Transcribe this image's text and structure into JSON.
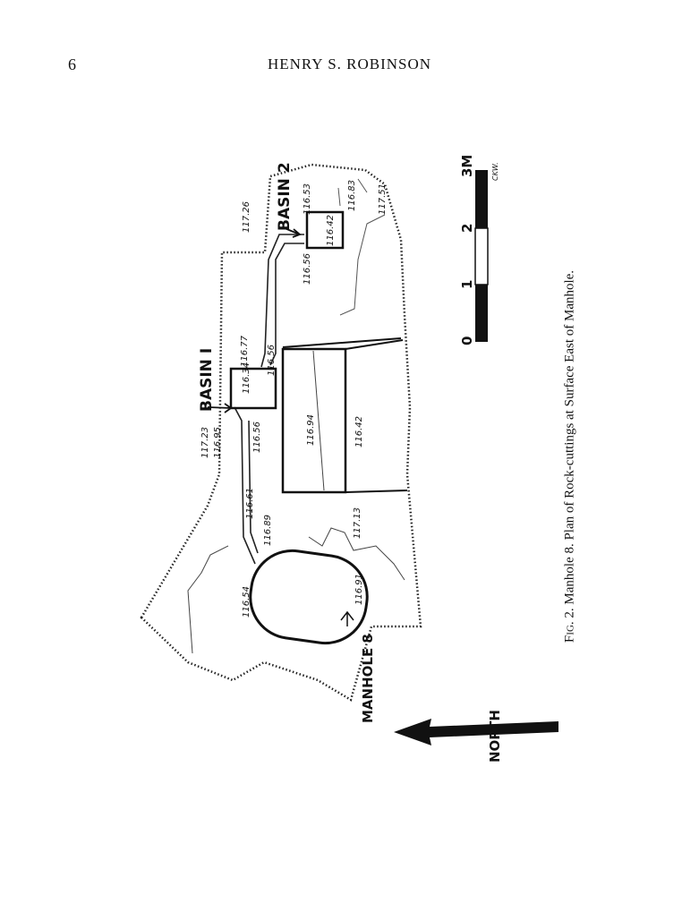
{
  "header": {
    "page_number": "6",
    "running_head": "HENRY S. ROBINSON"
  },
  "figure": {
    "labels": {
      "basin1": "BASIN I",
      "basin2": "BASIN 2",
      "manhole": "MANHOLE 8",
      "north": "NORTH",
      "initials": "CKW."
    },
    "elevations": {
      "e11723": "117.23",
      "e11695": "116.95",
      "e11726": "117.26",
      "e11751": "117.51",
      "e11653": "116.53",
      "e11683": "116.83",
      "e11642a": "116.42",
      "e11656a": "116.56",
      "e11677": "116.77",
      "e11634": "116.34",
      "e11656b": "116.56",
      "e11656c": "116.56",
      "e11661": "116.61",
      "e11689": "116.89",
      "e11713": "117.13",
      "e11654": "116.54",
      "e11691": "116.91",
      "e11694": "116.94",
      "e11642b": "116.42"
    },
    "scale": {
      "ticks": [
        "0",
        "1",
        "2",
        "3M"
      ]
    }
  },
  "caption": {
    "fig_prefix": "Fig. 2.",
    "text": "Manhole 8.  Plan of Rock-cuttings at Surface East of Manhole."
  }
}
